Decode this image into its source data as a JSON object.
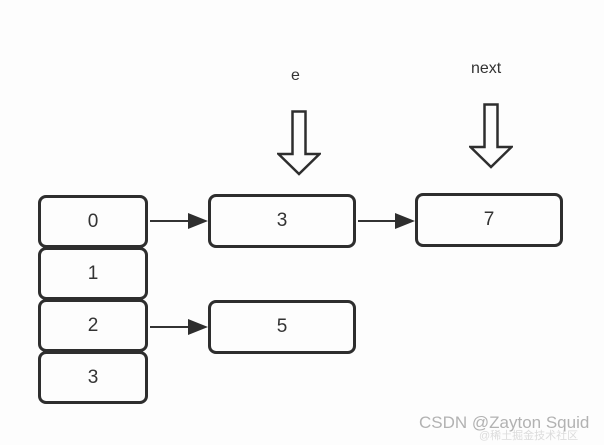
{
  "diagram": {
    "type": "hash-table-with-linked-nodes",
    "labels": {
      "e": "e",
      "next": "next"
    },
    "array": {
      "cells": [
        {
          "label": "0"
        },
        {
          "label": "1"
        },
        {
          "label": "2"
        },
        {
          "label": "3"
        }
      ]
    },
    "nodes": [
      {
        "id": "node-3",
        "label": "3"
      },
      {
        "id": "node-7",
        "label": "7"
      },
      {
        "id": "node-5",
        "label": "5"
      }
    ],
    "edges": [
      {
        "from": "cell-0",
        "to": "node-3",
        "style": "solid-right-arrow"
      },
      {
        "from": "node-3",
        "to": "node-7",
        "style": "solid-right-arrow"
      },
      {
        "from": "cell-2",
        "to": "node-5",
        "style": "solid-right-arrow"
      },
      {
        "from": "label-e",
        "to": "node-3",
        "style": "hollow-down-arrow"
      },
      {
        "from": "label-next",
        "to": "node-7",
        "style": "hollow-down-arrow"
      }
    ],
    "colors": {
      "background": "#fdfdfd",
      "stroke": "#2e2e2e",
      "text": "#333333",
      "watermark_primary": "#b2b2b2",
      "watermark_secondary": "#dcdcdc"
    },
    "watermark": {
      "line1": "CSDN @Zayton Squid",
      "line2": "@稀土掘金技术社区"
    }
  }
}
